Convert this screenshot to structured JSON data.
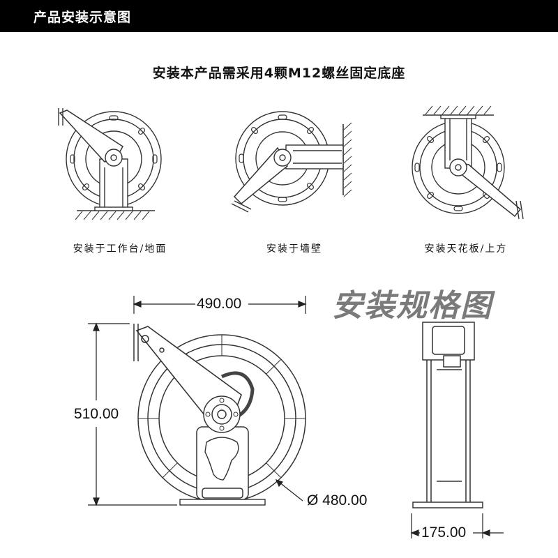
{
  "header": {
    "title": "产品安装示意图"
  },
  "instruction": "安装本产品需采用4颗M12螺丝固定底座",
  "install_modes": [
    {
      "caption": "安装于工作台/地面"
    },
    {
      "caption": "安装于墙壁"
    },
    {
      "caption": "安装天花板/上方"
    }
  ],
  "spec": {
    "title": "安装规格图",
    "width_label": "490.00",
    "height_label": "510.00",
    "diameter_label": "Ø 480.00",
    "depth_label": "175.00"
  }
}
